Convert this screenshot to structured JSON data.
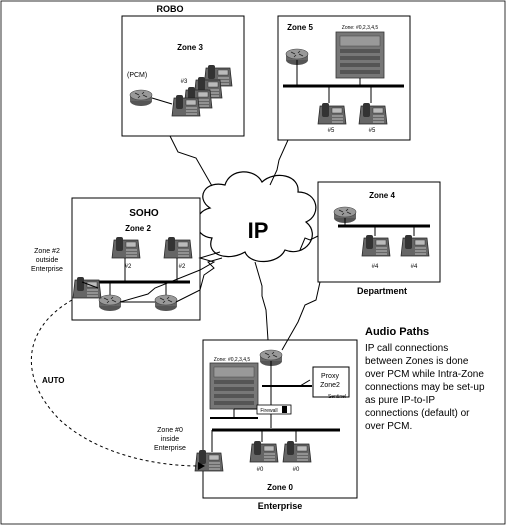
{
  "labels": {
    "robo": "ROBO",
    "zone3": "Zone 3",
    "pcm": "(PCM)",
    "ext3": "#3",
    "zone5": "Zone 5",
    "zone5_device": "Zone: #0,2,3,4,5",
    "ext5a": "#5",
    "ext5b": "#5",
    "soho": "SOHO",
    "zone2": "Zone 2",
    "ext2a": "#2",
    "ext2b": "#2",
    "ip": "IP",
    "zone4": "Zone 4",
    "ext4a": "#4",
    "ext4b": "#4",
    "department": "Department",
    "zone2_outside_1": "Zone #2",
    "zone2_outside_2": "outside",
    "zone2_outside_3": "Enterprise",
    "auto": "AUTO",
    "zone0_device": "Zone: #0,2,3,4,5",
    "proxy_1": "Proxy",
    "proxy_2": "Zone2",
    "sentinel": "Sentinel",
    "firewall": "Firewall",
    "zone0_inside_1": "Zone #0",
    "zone0_inside_2": "inside",
    "zone0_inside_3": "Enterprise",
    "ext0a": "#0",
    "ext0b": "#0",
    "zone0": "Zone 0",
    "enterprise": "Enterprise"
  },
  "audio_paths": {
    "title": "Audio Paths",
    "lines": [
      "IP call connections",
      "between Zones is done",
      "over PCM while Intra-Zone",
      "connections may be set-up",
      "as pure IP-to-IP",
      "connections (default) or",
      "over PCM."
    ]
  }
}
